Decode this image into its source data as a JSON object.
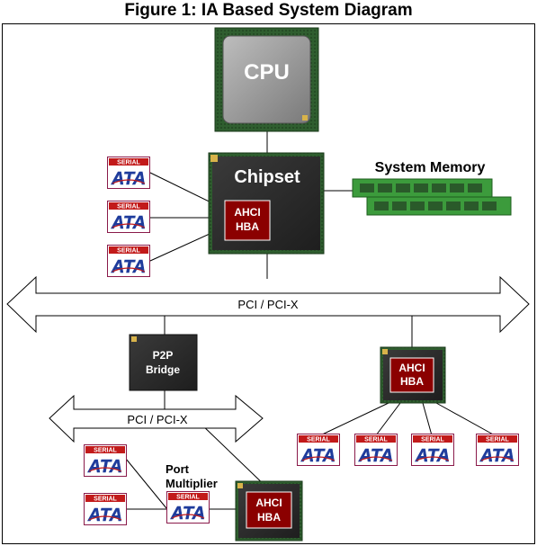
{
  "title": "Figure 1: IA Based System Diagram",
  "cpu": {
    "label": "CPU"
  },
  "chipset": {
    "label": "Chipset"
  },
  "system_memory": {
    "label": "System Memory"
  },
  "hba": {
    "line1": "AHCI",
    "line2": "HBA"
  },
  "pci_bus": {
    "label": "PCI / PCI-X"
  },
  "pci_bus_secondary": {
    "label": "PCI / PCI-X"
  },
  "bridge": {
    "line1": "P2P",
    "line2": "Bridge"
  },
  "port_multiplier": {
    "line1": "Port",
    "line2": "Multiplier"
  },
  "sata_logo": {
    "top": "SERIAL",
    "main": "ATA"
  },
  "colors": {
    "chip_body": "#2a2a2a",
    "hba_red": "#8b0000",
    "pcb_green": "#2d6a2d",
    "memory_green": "#3c9b3c",
    "sata_blue": "#1f3c9c",
    "sata_red": "#c21a1a"
  }
}
